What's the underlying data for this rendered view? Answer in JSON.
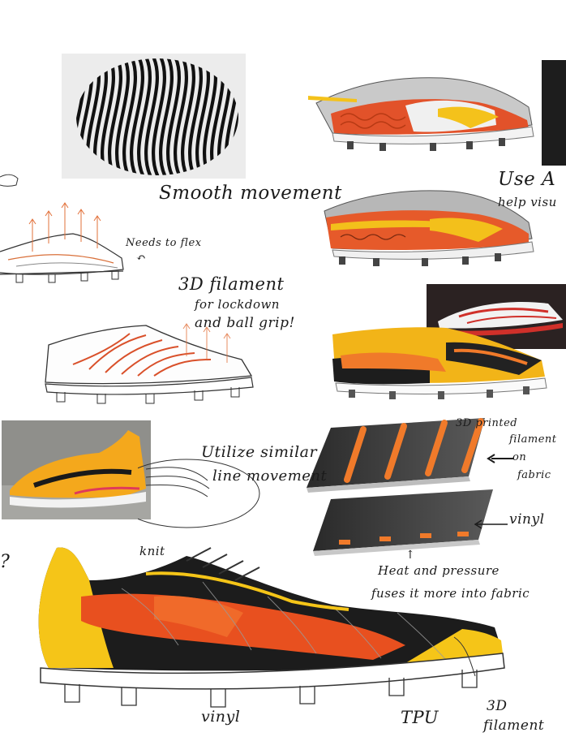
{
  "annotations": {
    "smooth_movement": "Smooth movement",
    "use_a": "Use A",
    "help_visu": "help visu",
    "needs_to_flex": "Needs to flex",
    "filament_line1": "3D filament",
    "filament_line2": "for lockdown",
    "filament_line3": "and ball grip!",
    "utilize_line1": "Utilize similar",
    "utilize_line2": "line movement",
    "printed_line1": "3D printed",
    "printed_line2": "filament",
    "printed_line3": "on",
    "printed_line4": "fabric",
    "vinyl_callout": "vinyl",
    "heat_line1": "Heat and pressure",
    "heat_line2": "fuses it more into fabric",
    "knit": "knit",
    "vinyl_bottom": "vinyl",
    "tpu": "TPU",
    "filament_bottom_line1": "3D",
    "filament_bottom_line2": "filament",
    "question_mark": "?"
  },
  "colors": {
    "accent_orange": "#e8501f",
    "accent_yellow": "#f5c518",
    "ink": "#1b1b1b",
    "sketch_red": "#e2703a"
  }
}
